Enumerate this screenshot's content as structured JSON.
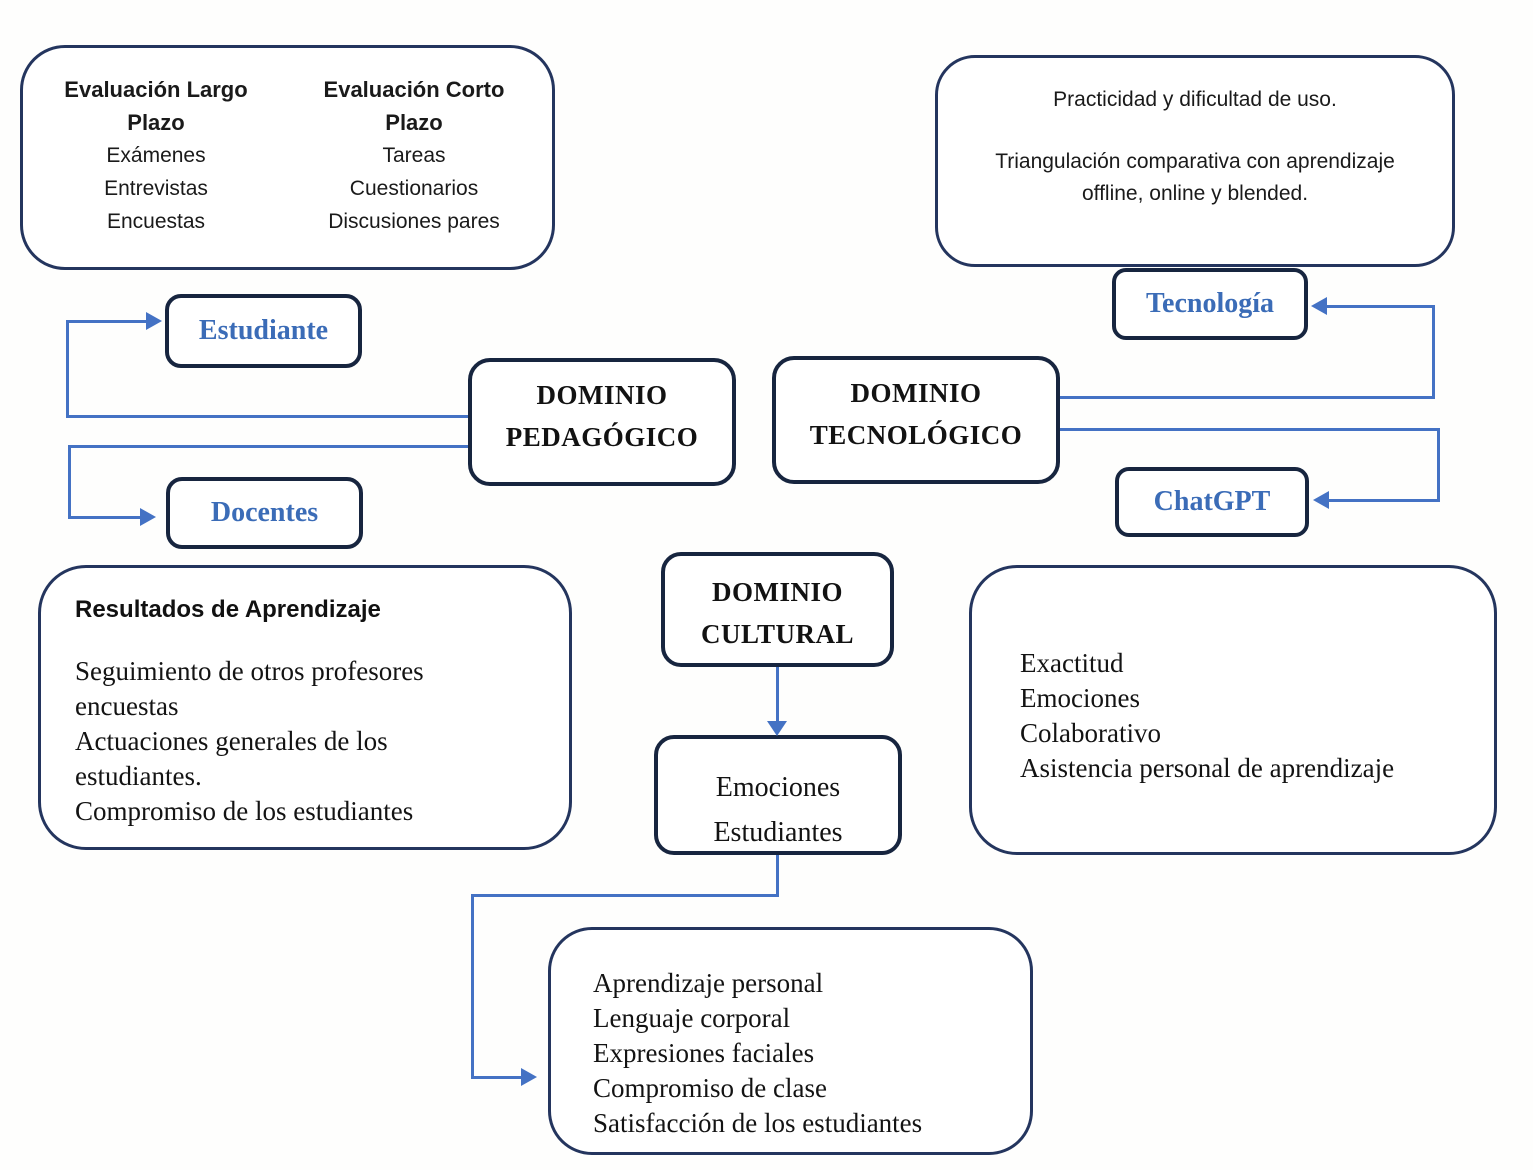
{
  "colors": {
    "connector_blue": "#4472C4",
    "small_box_border_navy": "#17253F",
    "large_box_border_navy": "#24355E",
    "label_blue": "#3B6CB7"
  },
  "evaluacion_box": {
    "col_largo": {
      "header": "Evaluación Largo Plazo",
      "items": [
        "Exámenes",
        "Entrevistas",
        "Encuestas"
      ]
    },
    "col_corto": {
      "header": "Evaluación Corto Plazo",
      "items": [
        "Tareas",
        "Cuestionarios",
        "Discusiones pares"
      ]
    }
  },
  "practicidad_box": {
    "line1": "Practicidad y dificultad de uso.",
    "line2": "Triangulación comparativa con aprendizaje offline, online y blended."
  },
  "tecnologia_box": {
    "label": "Tecnología"
  },
  "chatgpt_box": {
    "label": "ChatGPT"
  },
  "dominio_pedagogico_box": {
    "label": "DOMINIO PEDAGÓGICO"
  },
  "dominio_tecnologico_box": {
    "label": "DOMINIO TECNOLÓGICO"
  },
  "dominio_cultural_box": {
    "label": "DOMINIO CULTURAL"
  },
  "estudiante_box": {
    "label": "Estudiante"
  },
  "docentes_box": {
    "label": "Docentes"
  },
  "resultados_box": {
    "title": "Resultados de Aprendizaje",
    "lines": [
      "Seguimiento de otros profesores",
      "encuestas",
      "Actuaciones generales de los",
      "estudiantes.",
      "Compromiso de los estudiantes"
    ]
  },
  "emociones_box": {
    "lines": [
      "Emociones",
      "Estudiantes"
    ]
  },
  "exactitud_box": {
    "lines": [
      "Exactitud",
      "Emociones",
      "Colaborativo",
      "Asistencia personal de aprendizaje"
    ]
  },
  "aprendizaje_box": {
    "lines": [
      "Aprendizaje personal",
      "Lenguaje corporal",
      "Expresiones faciales",
      "Compromiso de clase",
      "Satisfacción de los estudiantes"
    ]
  }
}
